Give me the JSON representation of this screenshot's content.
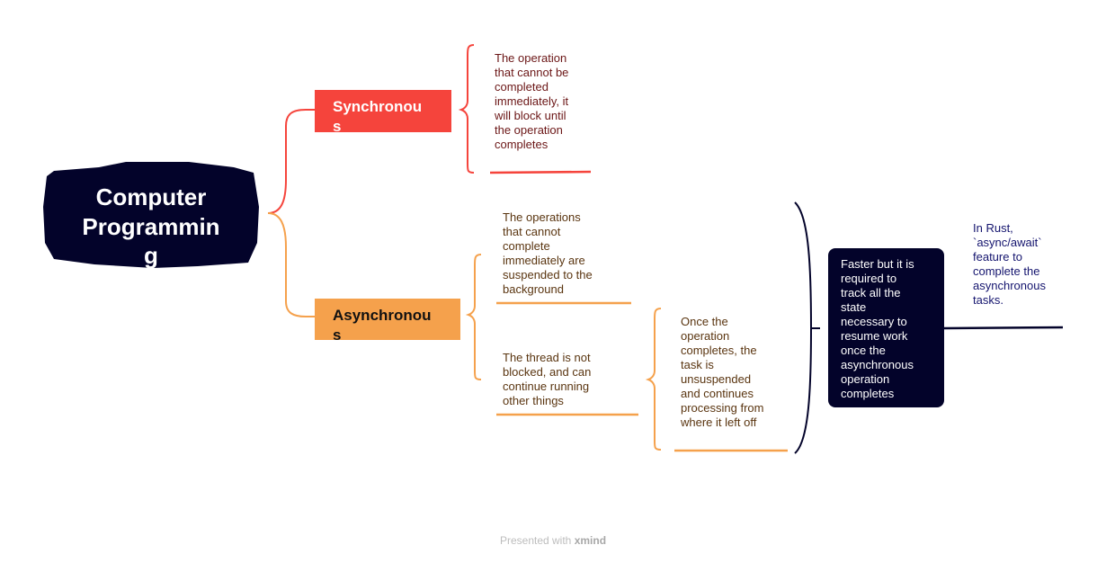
{
  "root": {
    "label": "Computer\nProgrammin\ng"
  },
  "synchronous": {
    "label": "Synchronou\ns",
    "detail": "The operation\nthat cannot be\ncompleted\nimmediately, it\nwill block until\nthe operation\ncompletes"
  },
  "asynchronous": {
    "label": "Asynchronou\ns",
    "detail_1": "The operations\nthat cannot\ncomplete\nimmediately are\nsuspended to the\nbackground",
    "detail_2": "The thread is not\nblocked, and can\ncontinue running\nother things",
    "detail_3": "Once the\noperation\ncompletes, the\ntask is\nunsuspended\nand continues\nprocessing from\nwhere it left off",
    "summary": "Faster but it is\nrequired to\ntrack all the\nstate\nnecessary to\nresume work\nonce the\nasynchronous\noperation\ncompletes",
    "note": "In Rust,\n`async/await`\nfeature to\ncomplete the\nasynchronous\n tasks."
  },
  "footer": {
    "prefix": "Presented with ",
    "brand": "xmind"
  },
  "colors": {
    "sync": "#f5443c",
    "async": "#f5a14c",
    "dark": "#03032a"
  }
}
